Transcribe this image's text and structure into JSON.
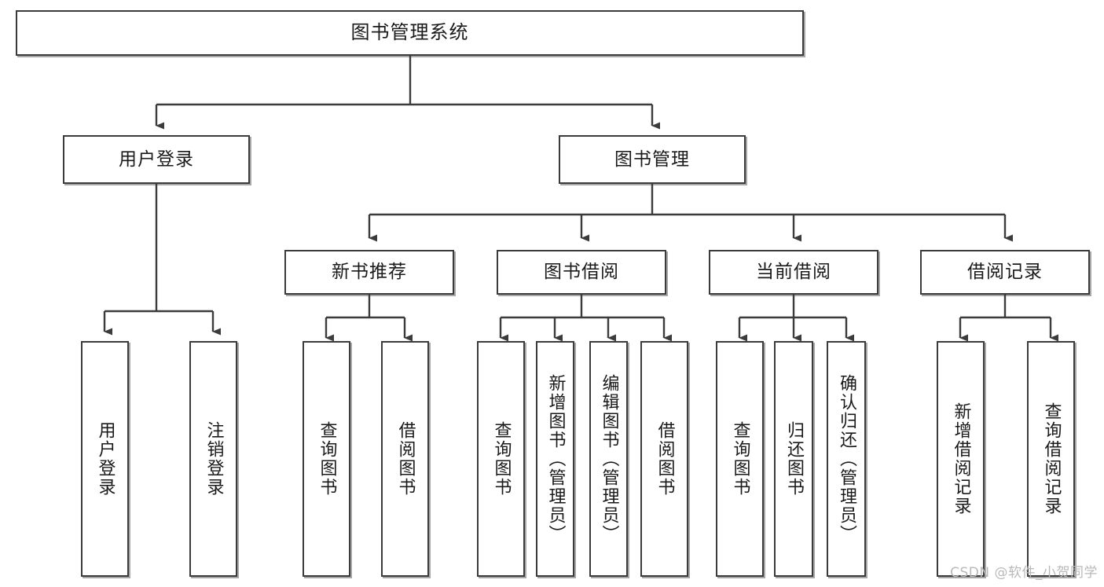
{
  "diagram": {
    "type": "tree-hierarchy-chart",
    "title": "图书管理系统",
    "orientation": "top-down",
    "line_color": "#3b3b3b",
    "box_fill": "#ffffff",
    "nodes": {
      "root": {
        "label": "图书管理系统",
        "level": 0
      },
      "level1": [
        {
          "id": "user-login",
          "label": "用户登录"
        },
        {
          "id": "book-management",
          "label": "图书管理"
        }
      ],
      "level2": [
        {
          "id": "new-book-recommend",
          "label": "新书推荐",
          "parent": "book-management"
        },
        {
          "id": "book-borrow",
          "label": "图书借阅",
          "parent": "book-management"
        },
        {
          "id": "current-borrow",
          "label": "当前借阅",
          "parent": "book-management"
        },
        {
          "id": "borrow-record",
          "label": "借阅记录",
          "parent": "book-management"
        }
      ],
      "leaves": {
        "user_login": [
          {
            "id": "leaf-user-login",
            "label": "用户登录"
          },
          {
            "id": "leaf-logout-login",
            "label": "注销登录"
          }
        ],
        "new_book_recommend": [
          {
            "id": "leaf-query-book-1",
            "label": "查询图书"
          },
          {
            "id": "leaf-borrow-book-1",
            "label": "借阅图书"
          }
        ],
        "book_borrow": [
          {
            "id": "leaf-query-book-2",
            "label": "查询图书"
          },
          {
            "id": "leaf-add-book",
            "label": "新增图书（管理员）"
          },
          {
            "id": "leaf-edit-book",
            "label": "编辑图书（管理员）"
          },
          {
            "id": "leaf-borrow-book-2",
            "label": "借阅图书"
          }
        ],
        "current_borrow": [
          {
            "id": "leaf-query-book-3",
            "label": "查询图书"
          },
          {
            "id": "leaf-return-book",
            "label": "归还图书"
          },
          {
            "id": "leaf-confirm-return",
            "label": "确认归还（管理员）"
          }
        ],
        "borrow_record": [
          {
            "id": "leaf-add-record",
            "label": "新增借阅记录"
          },
          {
            "id": "leaf-query-record",
            "label": "查询借阅记录"
          }
        ]
      }
    }
  },
  "watermark": {
    "text": "CSDN @软件_小贺同学"
  }
}
